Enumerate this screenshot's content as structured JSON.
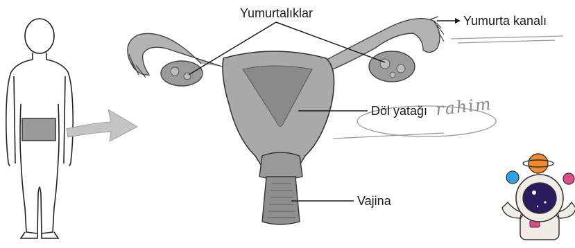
{
  "labels": {
    "ovaries": "Yumurtalıklar",
    "fallopian_tube": "Yumurta kanalı",
    "uterus": "Döl yatağı",
    "vagina": "Vajina"
  },
  "handwriting": "rahim",
  "colors": {
    "ink": "#1a1a1a",
    "organ_fill": "#a9a9a9",
    "organ_dark": "#6f6f6f",
    "box_fill": "#9a9a9a",
    "arrow_fill": "#c4c4c4",
    "pencil": "#9c9c9c",
    "astronaut_suit": "#f1ede6",
    "astronaut_visor": "#2a1a5e",
    "planet_orange": "#f08a2b",
    "planet_blue": "#2fa3e0",
    "planet_pink": "#e04a8a"
  }
}
